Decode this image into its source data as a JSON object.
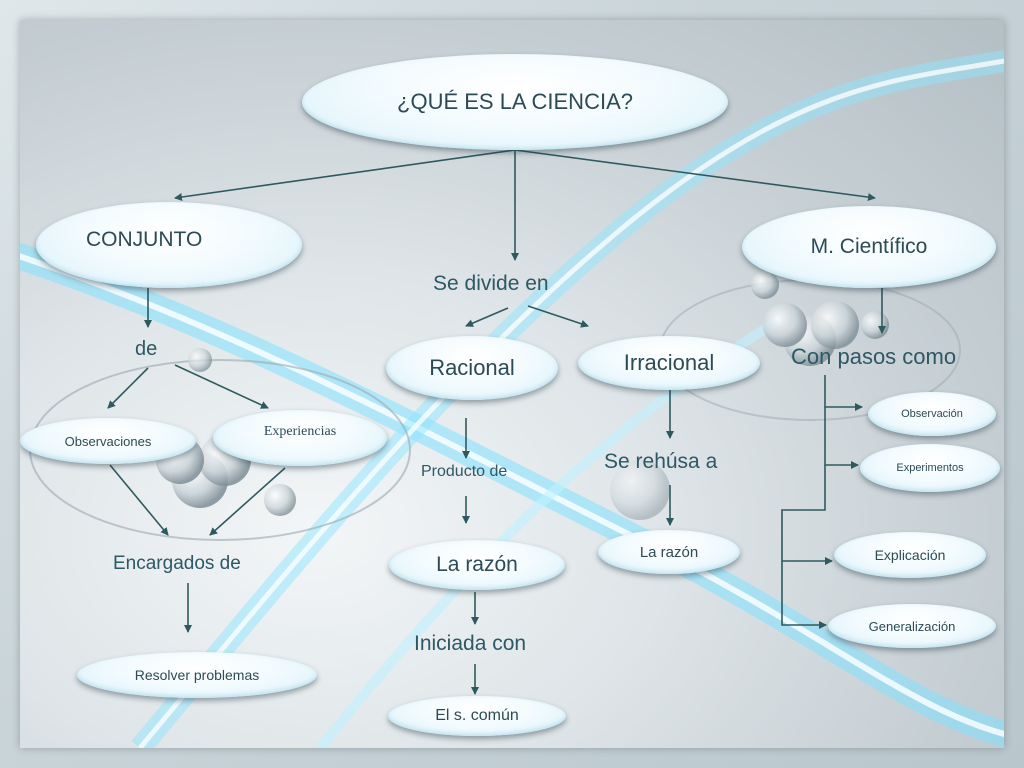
{
  "title": "¿QUÉ ES LA CIENCIA?",
  "branches": {
    "conjunto": {
      "node": "CONJUNTO",
      "connector": "de",
      "children": [
        "Observaciones",
        "Experiencias"
      ],
      "connector2": "Encargados de",
      "result": "Resolver problemas"
    },
    "division": {
      "connector": "Se divide en",
      "racional": {
        "node": "Racional",
        "connector": "Producto de",
        "result": "La razón",
        "connector2": "Iniciada con",
        "result2": "El s. común"
      },
      "irracional": {
        "node": "Irracional",
        "connector": "Se rehúsa a",
        "result": "La razón"
      }
    },
    "metodo": {
      "node": "M. Científico",
      "connector": "Con pasos como",
      "steps": [
        "Observación",
        "Experimentos",
        "Explicación",
        "Generalización"
      ]
    }
  },
  "colors": {
    "line": "#2e5a5f",
    "text": "#2d4a55",
    "node_fill": "#eaf8fd"
  }
}
